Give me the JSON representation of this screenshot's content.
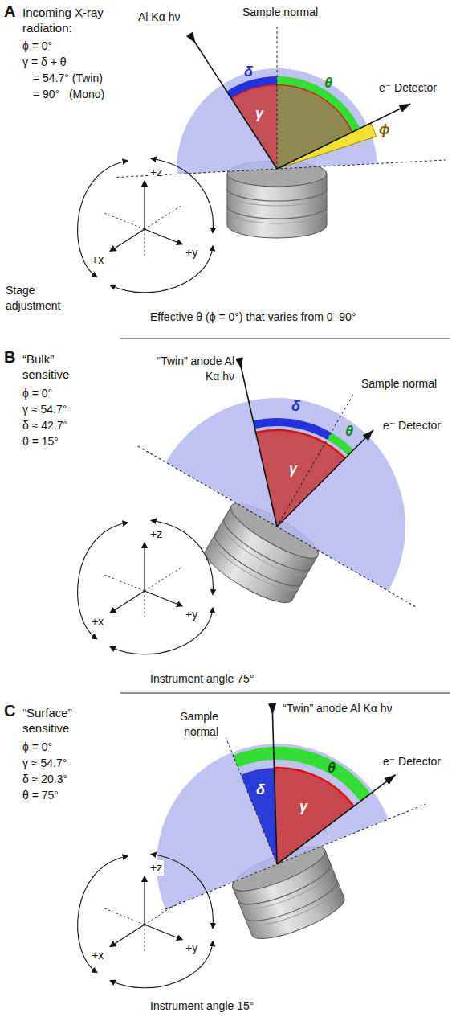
{
  "diagram": {
    "labels": [
      "A",
      "Incoming X-ray radiation:",
      "ϕ = 0°",
      "γ = δ + θ",
      "= 54.7° (Twin)",
      "= 90°   (Mono)",
      "Al Kα hν",
      "Sample normal",
      "δ",
      "γ",
      "θ",
      "e⁻ Detector",
      "ϕ",
      "+z",
      "+x",
      "+y",
      "Stage adjustment",
      "Effective θ (ϕ = 0°) that varies from 0–90°",
      "B",
      "“Bulk” sensitive",
      "ϕ = 0°",
      "γ ≈ 54.7°",
      "δ ≈ 42.7°",
      "θ = 15°",
      "“Twin” anode Al Kα hν",
      "δ",
      "Sample normal",
      "θ",
      "e⁻ Detector",
      "γ",
      "+z",
      "+x",
      "+y",
      "Instrument angle 75°",
      "C",
      "“Surface” sensitive",
      "ϕ = 0°",
      "γ ≈ 54.7°",
      "δ ≈ 20.3°",
      "θ = 75°",
      "Sample normal",
      "“Twin” anode Al Kα hν",
      "θ",
      "δ",
      "γ",
      "e⁻ Detector",
      "+z",
      "+x",
      "+y",
      "Instrument angle 15°"
    ]
  }
}
